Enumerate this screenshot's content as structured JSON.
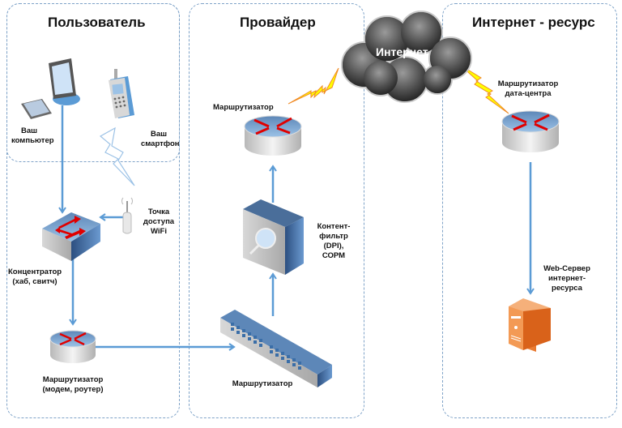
{
  "zones": {
    "user": {
      "title": "Пользователь"
    },
    "provider": {
      "title": "Провайдер"
    },
    "resource": {
      "title": "Интернет - ресурс"
    }
  },
  "cloud": {
    "label": "Интернет"
  },
  "nodes": {
    "computer": {
      "label_line1": "Ваш",
      "label_line2": "компьютер"
    },
    "smartphone": {
      "label_line1": "Ваш",
      "label_line2": "смартфон"
    },
    "wifi_ap": {
      "label_line1": "Точка",
      "label_line2": "доступа",
      "label_line3": "WiFi"
    },
    "hub": {
      "label_line1": "Концентратор",
      "label_line2": "(хаб, свитч)"
    },
    "home_router": {
      "label_line1": "Маршрутизатор",
      "label_line2": "(модем, роутер)"
    },
    "provider_switch": {
      "label": "Маршрутизатор"
    },
    "content_filter": {
      "label_line1": "Контент-",
      "label_line2": "фильтр (DPI),",
      "label_line3": "СОРМ"
    },
    "provider_router": {
      "label": "Маршрутизатор"
    },
    "dc_router": {
      "label_line1": "Маршрутизатор",
      "label_line2": "дата-центра"
    },
    "web_server": {
      "label_line1": "Web-Сервер",
      "label_line2": "интернет-",
      "label_line3": "ресурса"
    }
  },
  "colors": {
    "connector": "#5b9bd5",
    "zone_border": "#7fa3c8",
    "bolt": "#ffff00",
    "arrows": "#e00000",
    "server": "#e8772e"
  }
}
